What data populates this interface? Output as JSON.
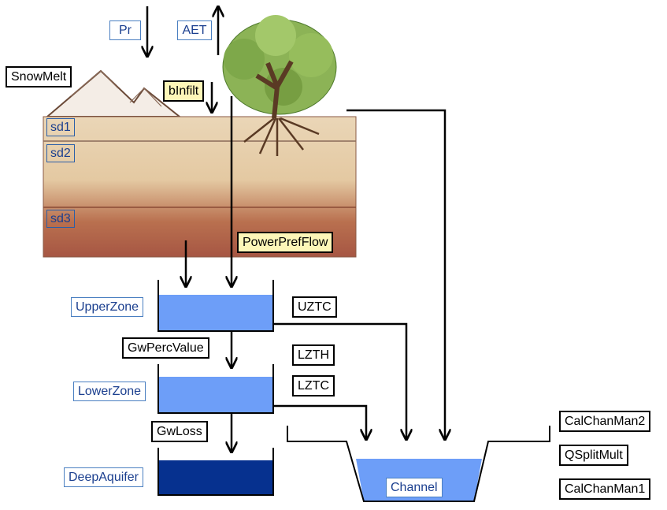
{
  "fluxes": {
    "pr": "Pr",
    "aet": "AET",
    "snowmelt": "SnowMelt",
    "binfilt": "bInfilt",
    "power_pref_flow": "PowerPrefFlow",
    "gw_perc_value": "GwPercValue",
    "gw_loss": "GwLoss"
  },
  "soil_layers": [
    "sd1",
    "sd2",
    "sd3"
  ],
  "stores": {
    "upper_zone": "UpperZone",
    "lower_zone": "LowerZone",
    "deep_aquifer": "DeepAquifer",
    "channel": "Channel"
  },
  "parameters": {
    "uztc": "UZTC",
    "lzth": "LZTH",
    "lztc": "LZTC",
    "cal_chan_man2": "CalChanMan2",
    "q_split_mult": "QSplitMult",
    "cal_chan_man1": "CalChanMan1"
  },
  "colors": {
    "store_light": "#6d9ef8",
    "store_dark": "#06318f",
    "soil_top": "#e7cfad",
    "soil_bottom": "#a75a44",
    "tree_foliage": "#7ea84a",
    "highlight": "#fff59d"
  },
  "icons": [
    "mountain-icon",
    "tree-icon"
  ]
}
